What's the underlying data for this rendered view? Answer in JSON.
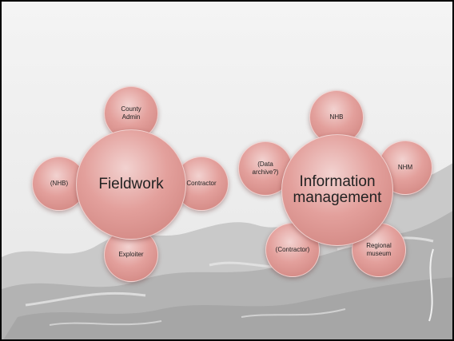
{
  "diagrams": [
    {
      "center": "Fieldwork",
      "satellites": [
        "County\nAdmin",
        "Contractor",
        "Exploiter",
        "(NHB)"
      ]
    },
    {
      "center": "Information\nmanagement",
      "satellites": [
        "NHB",
        "NHM",
        "Regional\nmuseum",
        "(Contractor)",
        "(Data\narchive?)"
      ]
    }
  ],
  "colors": {
    "node_fill": "#e3a09c",
    "node_edge": "#cc7f7a",
    "background": "#ececec",
    "text": "#222222"
  }
}
